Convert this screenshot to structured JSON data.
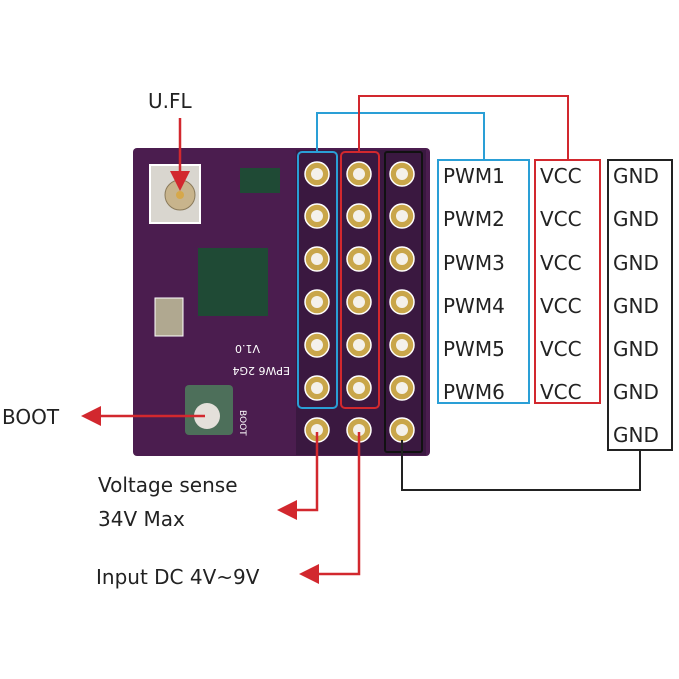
{
  "labels": {
    "ufl": "U.FL",
    "boot": "BOOT",
    "voltage_sense_line1": "Voltage sense",
    "voltage_sense_line2": "34V Max",
    "input_dc": "Input DC 4V~9V"
  },
  "board": {
    "silkscreen_version": "V1.0",
    "silkscreen_name": "EPW6 2G4",
    "silkscreen_boot": "BOOT"
  },
  "pin_groups": {
    "pwm": [
      "PWM1",
      "PWM2",
      "PWM3",
      "PWM4",
      "PWM5",
      "PWM6"
    ],
    "vcc": [
      "VCC",
      "VCC",
      "VCC",
      "VCC",
      "VCC",
      "VCC"
    ],
    "gnd": [
      "GND",
      "GND",
      "GND",
      "GND",
      "GND",
      "GND",
      "GND"
    ]
  },
  "colors": {
    "pwm": "#2a9fd6",
    "vcc": "#d2282e",
    "gnd": "#222222",
    "arrow": "#d2282e",
    "board": "#4b1d4f"
  }
}
